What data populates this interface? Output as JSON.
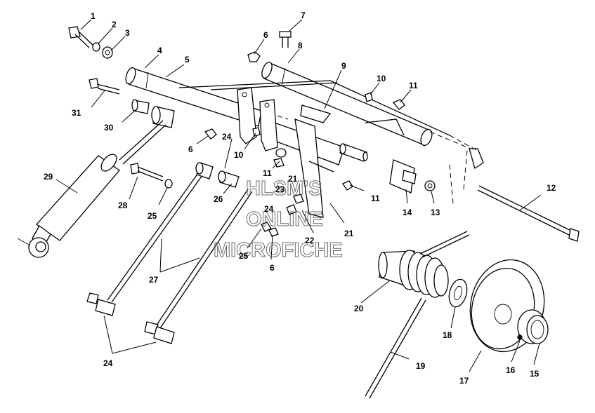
{
  "watermark": {
    "line1": "HLSM'S",
    "line2": "ONLINE",
    "line3": "MICROFICHE"
  },
  "callouts": [
    {
      "id": "c1",
      "label": "1"
    },
    {
      "id": "c2",
      "label": "2"
    },
    {
      "id": "c3",
      "label": "3"
    },
    {
      "id": "c4",
      "label": "4"
    },
    {
      "id": "c5",
      "label": "5"
    },
    {
      "id": "c6a",
      "label": "6"
    },
    {
      "id": "c7",
      "label": "7"
    },
    {
      "id": "c8",
      "label": "8"
    },
    {
      "id": "c9",
      "label": "9"
    },
    {
      "id": "c10a",
      "label": "10"
    },
    {
      "id": "c11a",
      "label": "11"
    },
    {
      "id": "c31",
      "label": "31"
    },
    {
      "id": "c30",
      "label": "30"
    },
    {
      "id": "c6b",
      "label": "6"
    },
    {
      "id": "c24a",
      "label": "24"
    },
    {
      "id": "c10b",
      "label": "10"
    },
    {
      "id": "c29",
      "label": "29"
    },
    {
      "id": "c28",
      "label": "28"
    },
    {
      "id": "c25a",
      "label": "25"
    },
    {
      "id": "c26",
      "label": "26"
    },
    {
      "id": "c11b",
      "label": "11"
    },
    {
      "id": "c23",
      "label": "23"
    },
    {
      "id": "c21a",
      "label": "21"
    },
    {
      "id": "c24b",
      "label": "24"
    },
    {
      "id": "c11c",
      "label": "11"
    },
    {
      "id": "c14",
      "label": "14"
    },
    {
      "id": "c13",
      "label": "13"
    },
    {
      "id": "c12",
      "label": "12"
    },
    {
      "id": "c21b",
      "label": "21"
    },
    {
      "id": "c22",
      "label": "22"
    },
    {
      "id": "c25b",
      "label": "25"
    },
    {
      "id": "c6c",
      "label": "6"
    },
    {
      "id": "c27",
      "label": "27"
    },
    {
      "id": "c20",
      "label": "20"
    },
    {
      "id": "c18",
      "label": "18"
    },
    {
      "id": "c19",
      "label": "19"
    },
    {
      "id": "c24c",
      "label": "24"
    },
    {
      "id": "c17",
      "label": "17"
    },
    {
      "id": "c16",
      "label": "16"
    },
    {
      "id": "c15",
      "label": "15"
    }
  ]
}
